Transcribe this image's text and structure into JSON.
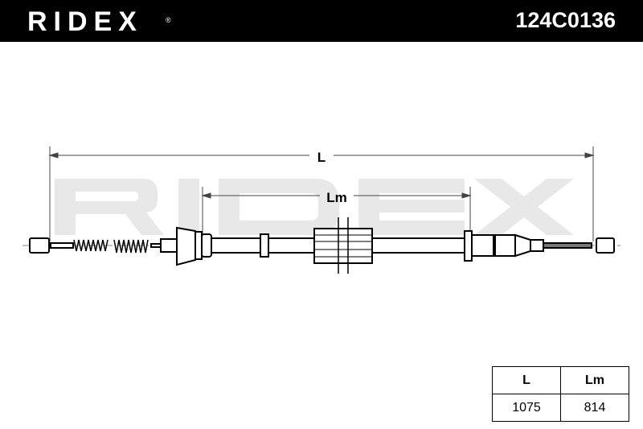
{
  "header": {
    "brand": "RIDEX",
    "registered_mark": "®",
    "part_number": "124C0136"
  },
  "drawing": {
    "dimension_L_label": "L",
    "dimension_Lm_label": "Lm",
    "watermark": "RIDEX"
  },
  "dimensions_table": {
    "headers": [
      "L",
      "Lm"
    ],
    "values": [
      "1075",
      "814"
    ]
  }
}
